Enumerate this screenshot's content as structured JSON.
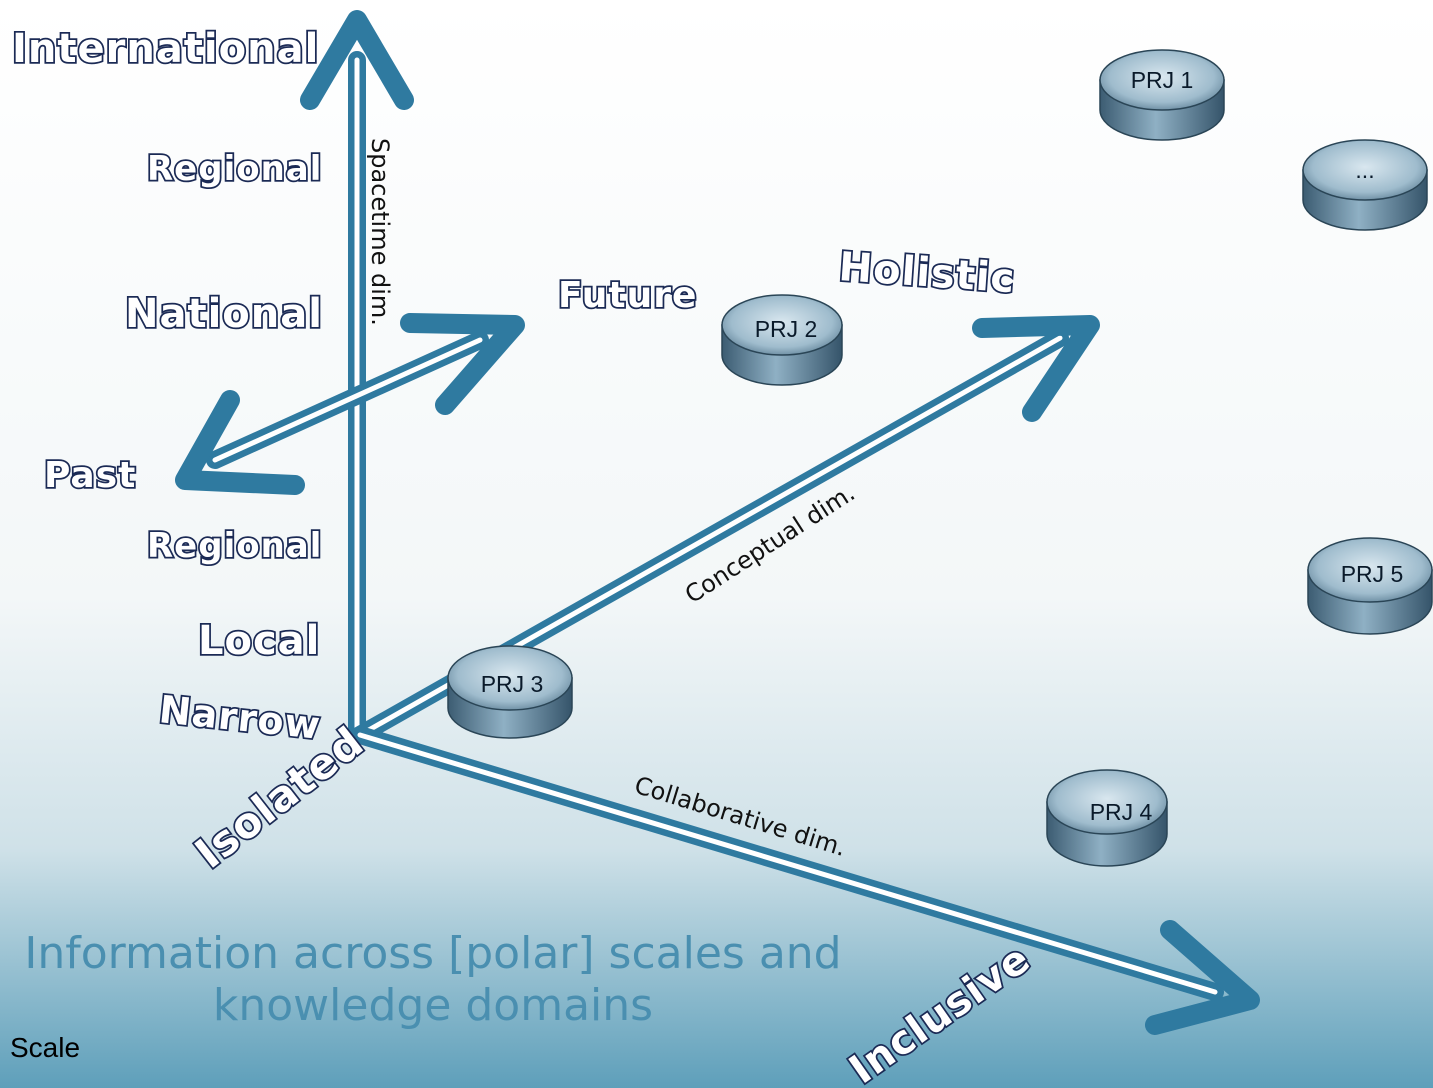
{
  "labels": {
    "international": "International",
    "regional_top": "Regional",
    "national": "National",
    "past": "Past",
    "regional_bottom": "Regional",
    "local": "Local",
    "narrow": "Narrow",
    "isolated": "Isolated",
    "future": "Future",
    "holistic": "Holistic",
    "inclusive": "Inclusive"
  },
  "axes": {
    "spacetime": "Spacetime dim.",
    "conceptual": "Conceptual dim.",
    "collaborative": "Collaborative dim."
  },
  "projects": [
    "PRJ 1",
    "...",
    "PRJ 2",
    "PRJ 3",
    "PRJ 4",
    "PRJ 5"
  ],
  "caption_line1": "Information across [polar] scales and",
  "caption_line2": "knowledge domains",
  "footer": "Scale",
  "colors": {
    "axis": "#2f7aa0",
    "label_outline": "#1b2a55",
    "caption": "#4a8fb0"
  }
}
